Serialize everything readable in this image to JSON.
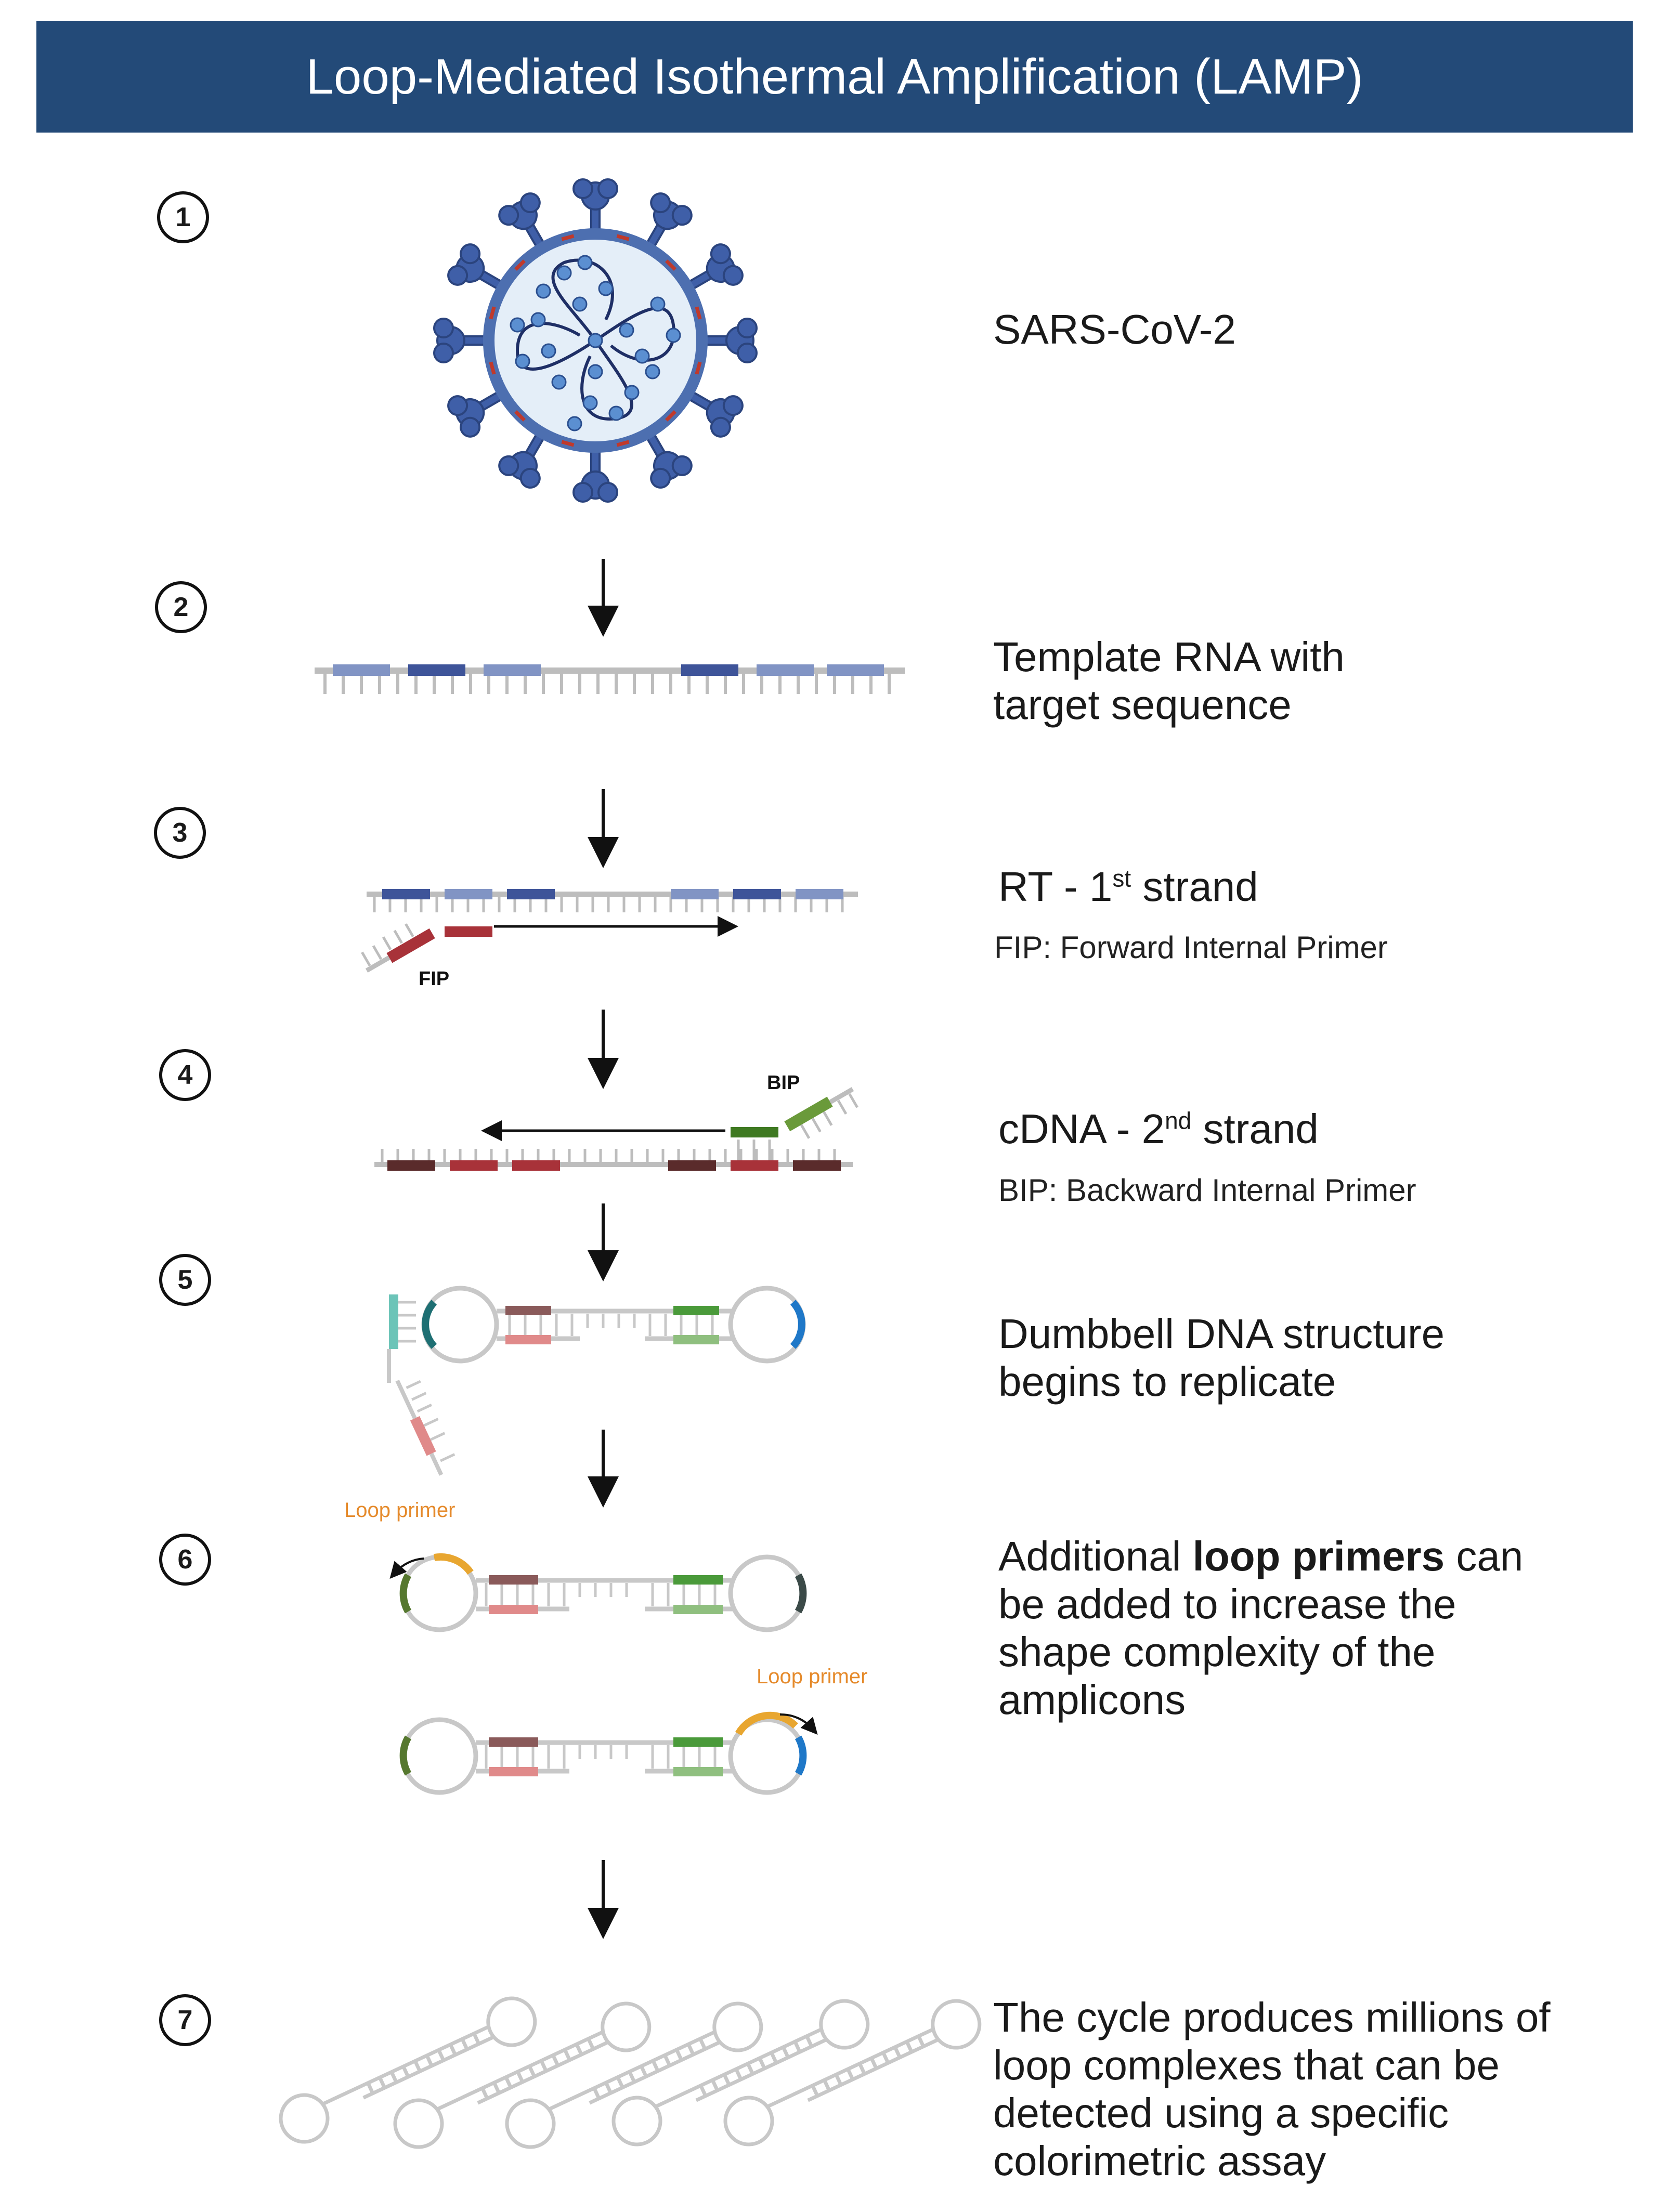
{
  "header": {
    "title": "Loop-Mediated Isothermal Amplification (LAMP)"
  },
  "steps": [
    {
      "number": "1",
      "text": "SARS-CoV-2"
    },
    {
      "number": "2",
      "line1": "Template RNA with",
      "line2": "target sequence"
    },
    {
      "number": "3",
      "title_pre": "RT - 1",
      "title_sup": "st",
      "title_post": " strand",
      "subtitle": "FIP: Forward Internal Primer",
      "primer_label": "FIP"
    },
    {
      "number": "4",
      "title_pre": "cDNA - 2",
      "title_sup": "nd",
      "title_post": " strand",
      "subtitle": "BIP: Backward Internal Primer",
      "primer_label": "BIP"
    },
    {
      "number": "5",
      "line1": "Dumbbell DNA structure",
      "line2": "begins to replicate"
    },
    {
      "number": "6",
      "line1_pre": "Additional ",
      "line1_bold": "loop primers",
      "line1_post": " can",
      "line2": "be added to increase the",
      "line3": "shape complexity of the",
      "line4": "amplicons",
      "loop_primer_label": "Loop primer"
    },
    {
      "number": "7",
      "line1": "The cycle produces millions of",
      "line2": "loop complexes that can be",
      "line3": "detected using a specific",
      "line4": "colorimetric assay"
    }
  ],
  "colors": {
    "header_bg": "#234a78",
    "rna_dark": "#3e5499",
    "rna_light": "#8194c4",
    "cdna_dark": "#5a2b2b",
    "cdna_red": "#a83239",
    "fip": "#a83239",
    "bip_dark": "#3f7a22",
    "bip_light": "#6a9a3a",
    "loop_orange": "#e8a630",
    "loop_blue": "#1f78c8",
    "loop_green": "#56782f",
    "loop_teal": "#6cc4b8",
    "loop_label": "#e58a2b"
  }
}
